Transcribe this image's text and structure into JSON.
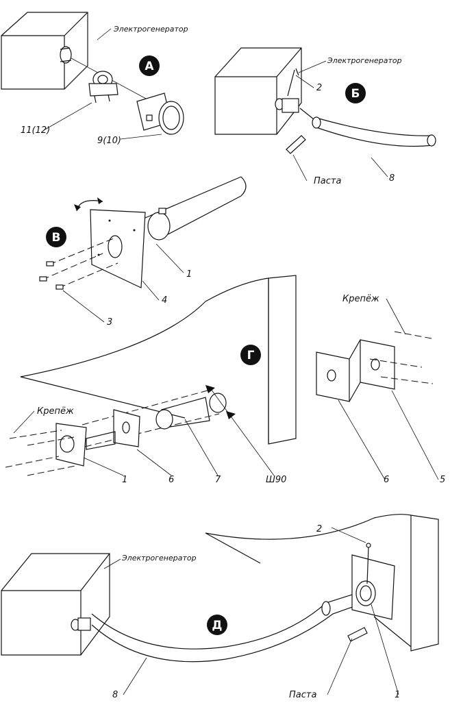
{
  "labels": {
    "generator": "Электрогенератор",
    "paste": "Паста",
    "fastener": "Крепёж",
    "sh90": "Ш90",
    "n1": "1",
    "n2": "2",
    "n3": "3",
    "n4": "4",
    "n5": "5",
    "n6": "6",
    "n7": "7",
    "n8": "8",
    "n9_10": "9(10)",
    "n11_12": "11(12)"
  },
  "badges": {
    "a": "А",
    "b": "Б",
    "v": "В",
    "g": "Г",
    "d": "Д"
  }
}
